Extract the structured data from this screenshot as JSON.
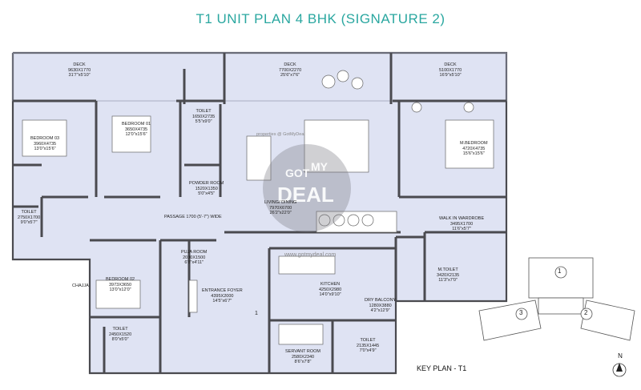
{
  "title": "T1 UNIT PLAN 4 BHK (SIGNATURE 2)",
  "rooms": [
    {
      "id": "deck-left",
      "name": "DECK",
      "dim1": "9630X1770",
      "dim2": "31'7\"x5'10\""
    },
    {
      "id": "deck-mid",
      "name": "DECK",
      "dim1": "7700X2270",
      "dim2": "25'6\"x7'6\""
    },
    {
      "id": "deck-right",
      "name": "DECK",
      "dim1": "5100X1770",
      "dim2": "16'9\"x5'10\""
    },
    {
      "id": "toilet-top",
      "name": "TOILET",
      "dim1": "1650X2735",
      "dim2": "5'5\"x9'0\""
    },
    {
      "id": "bedroom-03",
      "name": "BEDROOM 03",
      "dim1": "3960X4735",
      "dim2": "13'0\"x15'6\""
    },
    {
      "id": "bedroom-01",
      "name": "BEDROOM 01",
      "dim1": "3650X4735",
      "dim2": "12'0\"x15'6\""
    },
    {
      "id": "powder-room",
      "name": "POWDER ROOM",
      "dim1": "1520X1350",
      "dim2": "5'0\"x4'5\""
    },
    {
      "id": "living-dining",
      "name": "LIVING/ DINING",
      "dim1": "7970X6700",
      "dim2": "26'2\"x22'0\""
    },
    {
      "id": "m-bedroom",
      "name": "M.BEDROOM",
      "dim1": "4720X4735",
      "dim2": "15'6\"x15'6\""
    },
    {
      "id": "toilet-left",
      "name": "TOILET",
      "dim1": "2750X1700",
      "dim2": "9'0\"x5'7\""
    },
    {
      "id": "passage",
      "name": "PASSAGE 1700 (5'-7\") WIDE",
      "dim1": "",
      "dim2": ""
    },
    {
      "id": "walk-in",
      "name": "WALK IN WARDROBE",
      "dim1": "3495X1700",
      "dim2": "11'6\"x5'7\""
    },
    {
      "id": "puja-room",
      "name": "PUJA ROOM",
      "dim1": "2030X1500",
      "dim2": "6'8\"x4'11\""
    },
    {
      "id": "m-toilet",
      "name": "M.TOILET",
      "dim1": "3420X2135",
      "dim2": "11'3\"x7'0\""
    },
    {
      "id": "bedroom-02",
      "name": "BEDROOM 02",
      "dim1": "3973X3650",
      "dim2": "13'0\"x12'0\""
    },
    {
      "id": "entrance-foyer",
      "name": "ENTRANCE FOYER",
      "dim1": "4395X2000",
      "dim2": "14'5\"x6'7\""
    },
    {
      "id": "kitchen",
      "name": "KITCHEN",
      "dim1": "4250X2980",
      "dim2": "14'0\"x9'10\""
    },
    {
      "id": "dry-balcony",
      "name": "DRY BALCONY",
      "dim1": "1280X3880",
      "dim2": "4'2\"x12'9\""
    },
    {
      "id": "toilet-bottom-left",
      "name": "TOILET",
      "dim1": "2450X1520",
      "dim2": "8'0\"x5'0\""
    },
    {
      "id": "servant-room",
      "name": "SERVANT ROOM",
      "dim1": "2580X2340",
      "dim2": "8'6\"x7'8\""
    },
    {
      "id": "toilet-bottom-right",
      "name": "TOILET",
      "dim1": "2135X1445",
      "dim2": "7'0\"x4'9\""
    }
  ],
  "chajja": "CHAJJA",
  "entrance_number": "1",
  "keyplan": {
    "label": "KEY PLAN - T1",
    "towers": [
      "1",
      "2",
      "3"
    ]
  },
  "north": "N",
  "watermark": {
    "line1": "GOT",
    "line2": "MY",
    "line3": "DEAL",
    "url": "www.gotmydeal.com",
    "site": "properties @ GotMyDeal"
  },
  "colors": {
    "floor": "#dfe3f3",
    "wall": "#4a4a4f",
    "accent": "#2aa7a0"
  }
}
